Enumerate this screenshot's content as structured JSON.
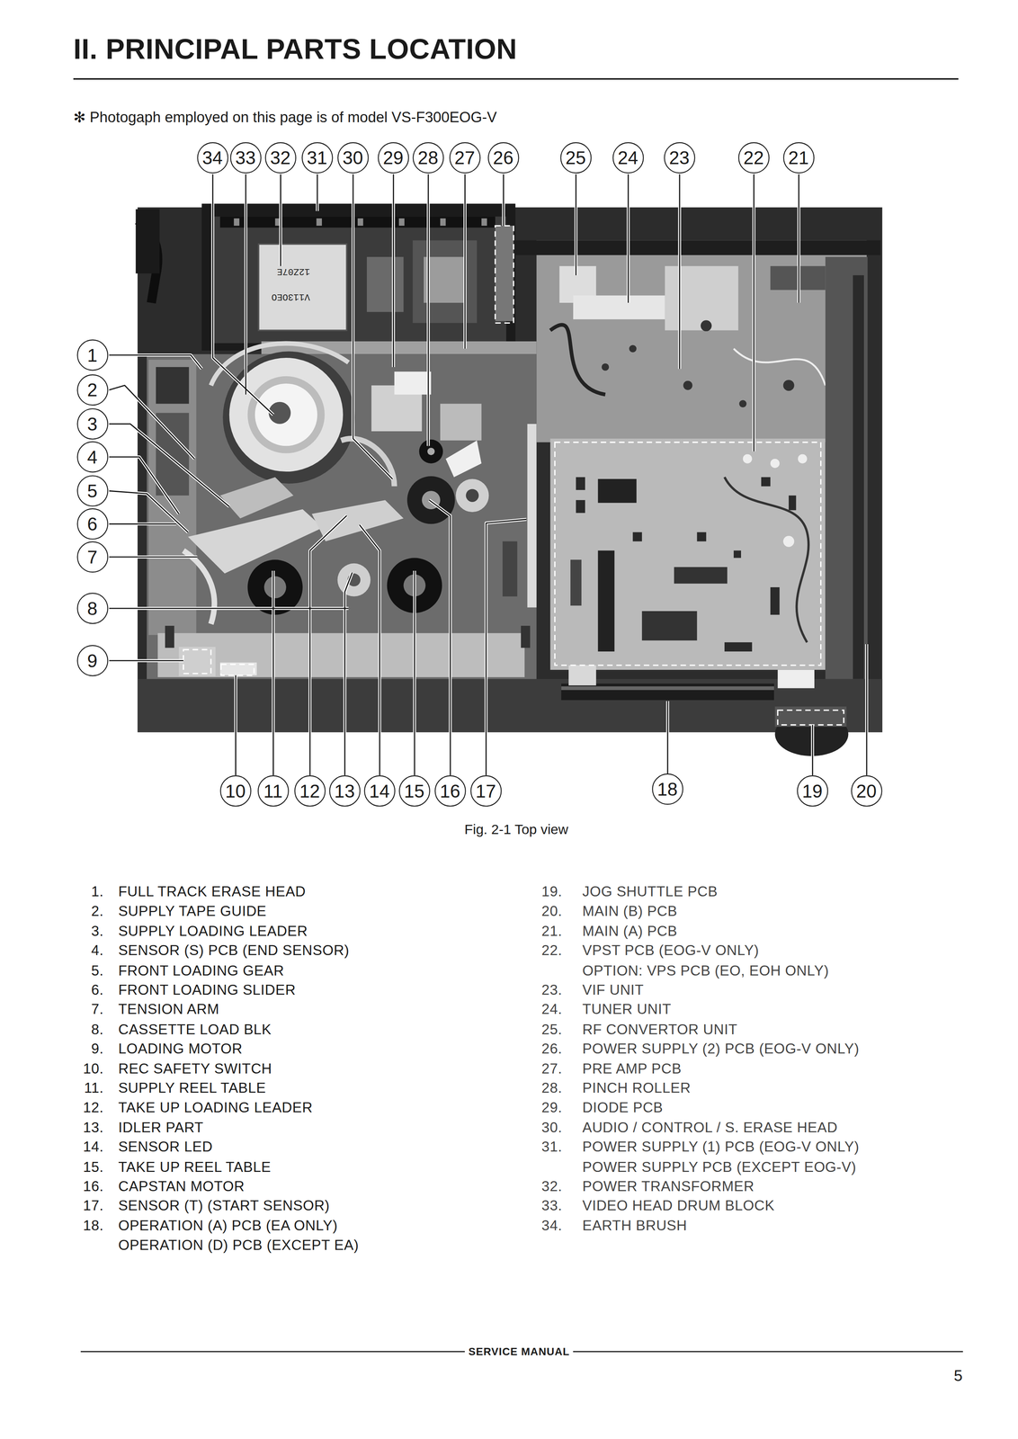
{
  "diagram": {
    "title": "II. PRINCIPAL PARTS LOCATION",
    "caption": "Fig. 2-1 Top view",
    "nodes": [
      {
        "text": [
          "34"
        ]
      },
      {
        "text": [
          "33"
        ]
      },
      {
        "text": [
          "32"
        ]
      },
      {
        "text": [
          "31"
        ]
      },
      {
        "text": [
          "30"
        ]
      },
      {
        "text": [
          "29"
        ]
      },
      {
        "text": [
          "28"
        ]
      },
      {
        "text": [
          "27"
        ]
      },
      {
        "text": [
          "26"
        ]
      },
      {
        "text": [
          "25"
        ]
      },
      {
        "text": [
          "24"
        ]
      },
      {
        "text": [
          "23"
        ]
      },
      {
        "text": [
          "22"
        ]
      },
      {
        "text": [
          "21"
        ]
      },
      {
        "text": [
          "1"
        ]
      },
      {
        "text": [
          "2"
        ]
      },
      {
        "text": [
          "3"
        ]
      },
      {
        "text": [
          "4"
        ]
      },
      {
        "text": [
          "5"
        ]
      },
      {
        "text": [
          "6"
        ]
      },
      {
        "text": [
          "7"
        ]
      },
      {
        "text": [
          "8"
        ]
      },
      {
        "text": [
          "9"
        ]
      },
      {
        "text": [
          "10"
        ]
      },
      {
        "text": [
          "11"
        ]
      },
      {
        "text": [
          "12"
        ]
      },
      {
        "text": [
          "13"
        ]
      },
      {
        "text": [
          "14"
        ]
      },
      {
        "text": [
          "15"
        ]
      },
      {
        "text": [
          "16"
        ]
      },
      {
        "text": [
          "17"
        ]
      },
      {
        "text": [
          "18"
        ]
      },
      {
        "text": [
          "19"
        ]
      },
      {
        "text": [
          "20"
        ]
      }
    ],
    "labels": [
      "✻ Photogaph employed on this page is of model VS-F300EOG-V",
      "1.",
      "FULL TRACK ERASE HEAD",
      "2.",
      "SUPPLY TAPE GUIDE",
      "3.",
      "SUPPLY LOADING LEADER",
      "4.",
      "SENSOR (S) PCB (END SENSOR)",
      "5.",
      "FRONT LOADING GEAR",
      "6.",
      "FRONT LOADING SLIDER",
      "7.",
      "TENSION ARM",
      "8.",
      "CASSETTE LOAD BLK",
      "9.",
      "LOADING MOTOR",
      "10.",
      "REC SAFETY SWITCH",
      "11.",
      "SUPPLY REEL TABLE",
      "12.",
      "TAKE UP LOADING LEADER",
      "13.",
      "IDLER PART",
      "14.",
      "SENSOR LED",
      "15.",
      "TAKE UP REEL TABLE",
      "16.",
      "CAPSTAN MOTOR",
      "17.",
      "SENSOR (T) (START SENSOR)",
      "18.",
      "OPERATION (A) PCB (EA ONLY)",
      "OPERATION (D) PCB (EXCEPT EA)",
      "19.",
      "JOG SHUTTLE PCB",
      "20.",
      "MAIN (B) PCB",
      "21.",
      "MAIN (A) PCB",
      "22.",
      "VPST PCB (EOG-V ONLY)",
      "OPTION: VPS PCB (EO, EOH ONLY)",
      "23.",
      "VIF UNIT",
      "24.",
      "TUNER UNIT",
      "25.",
      "RF CONVERTOR UNIT",
      "26.",
      "POWER SUPPLY (2) PCB (EOG-V ONLY)",
      "27.",
      "PRE AMP PCB",
      "28.",
      "PINCH ROLLER",
      "29.",
      "DIODE PCB",
      "30.",
      "AUDIO / CONTROL / S. ERASE HEAD",
      "31.",
      "POWER SUPPLY (1) PCB (EOG-V ONLY)",
      "POWER SUPPLY PCB (EXCEPT EOG-V)",
      "32.",
      "POWER TRANSFORMER",
      "33.",
      "VIDEO HEAD DRUM BLOCK",
      "34.",
      "EARTH BRUSH",
      "SERVICE MANUAL",
      "5",
      "12Z07E",
      "V113OEO"
    ]
  }
}
